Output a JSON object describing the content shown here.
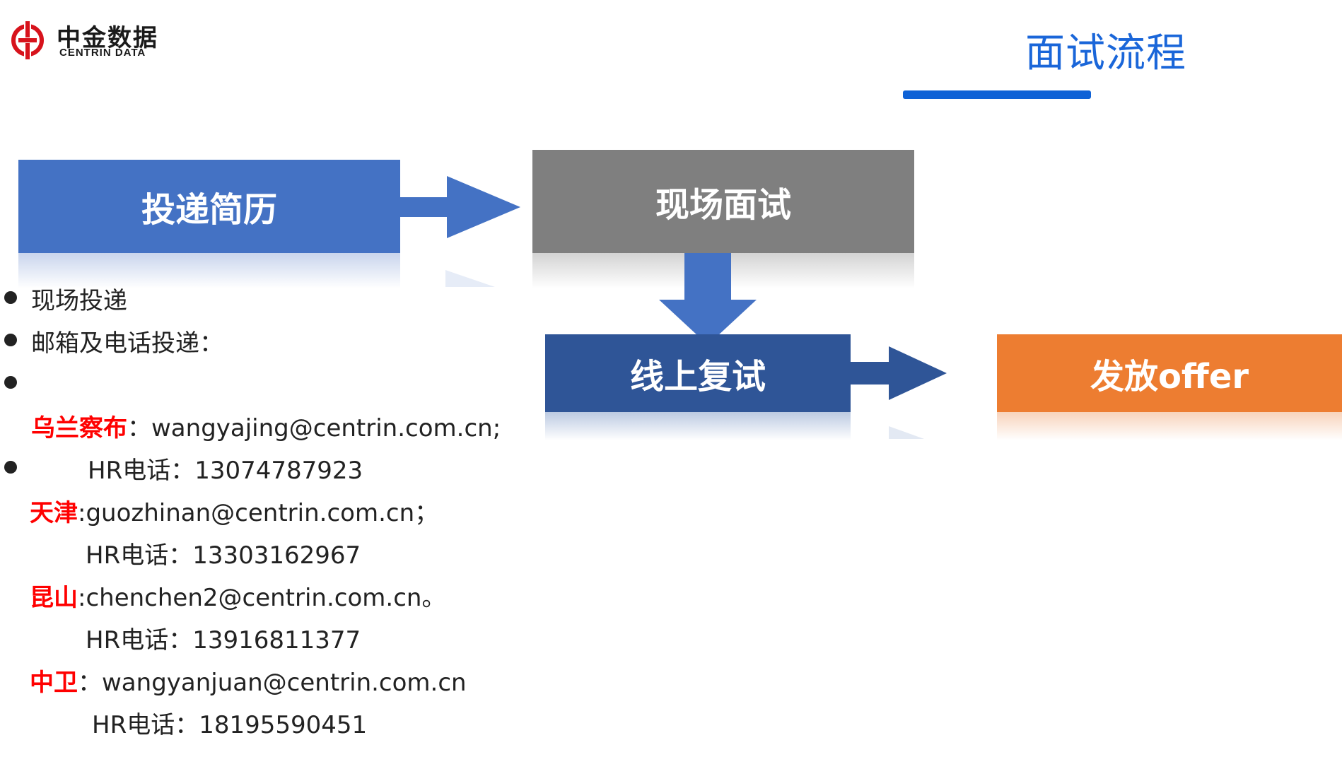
{
  "logo": {
    "name_cn": "中金数据",
    "name_en": "CENTRIN DATA"
  },
  "title": "面试流程",
  "colors": {
    "title_blue": "#1a66d9",
    "step1": "#4472c4",
    "step2": "#7f7f7f",
    "step3": "#2f5597",
    "step4": "#ed7d31",
    "highlight_red": "#ff0000",
    "logo_red": "#d7131c"
  },
  "steps": [
    {
      "label": "投递简历"
    },
    {
      "label": "现场面试"
    },
    {
      "label": "线上复试"
    },
    {
      "label": "发放offer"
    }
  ],
  "bullets": [
    "现场投递",
    "邮箱及电话投递："
  ],
  "contacts": [
    {
      "city": "乌兰察布",
      "sep": "：",
      "email": "wangyajing@centrin.com.cn;",
      "hr_label": "HR电话：",
      "hr_phone": "13074787923"
    },
    {
      "city": "天津",
      "sep": ":",
      "email": "guozhinan@centrin.com.cn；",
      "hr_label": "HR电话：",
      "hr_phone": "13303162967"
    },
    {
      "city": "昆山",
      "sep": ":",
      "email": "chenchen2@centrin.com.cn。",
      "hr_label": "HR电话：",
      "hr_phone": "13916811377"
    },
    {
      "city": "中卫",
      "sep": "：",
      "email": "wangyanjuan@centrin.com.cn",
      "hr_label": "HR电话：",
      "hr_phone": "18195590451"
    }
  ]
}
